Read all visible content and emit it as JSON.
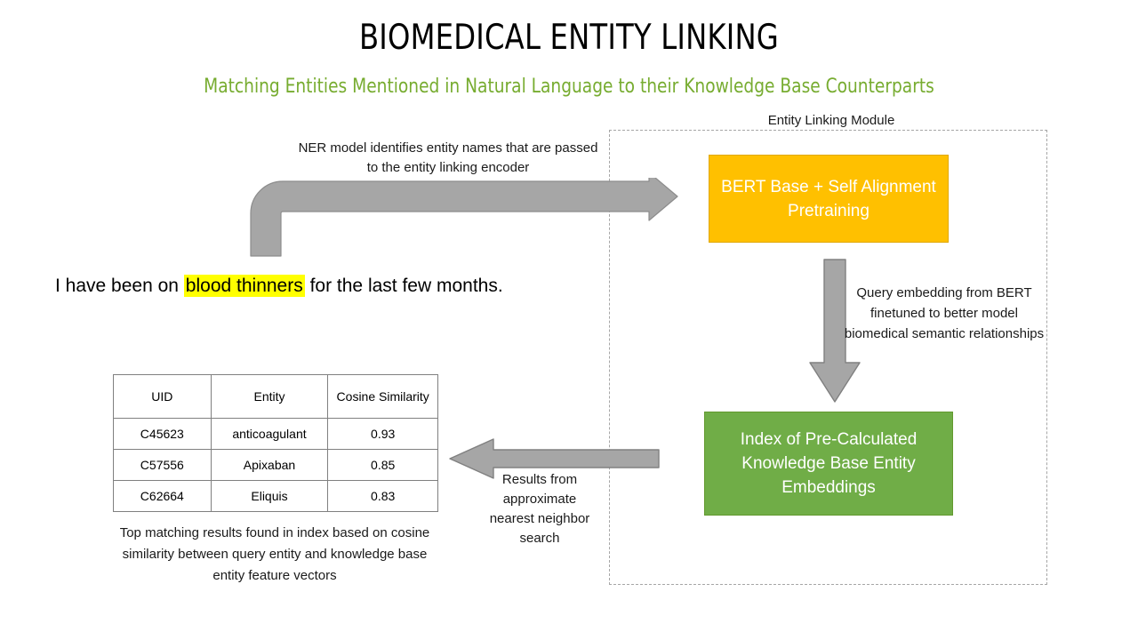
{
  "slide": {
    "title": "BIOMEDICAL ENTITY LINKING",
    "subtitle": "Matching Entities Mentioned in Natural Language to their Knowledge Base Counterparts",
    "background_color": "#ffffff",
    "subtitle_color": "#77ac30"
  },
  "module": {
    "label": "Entity Linking Module",
    "border_style": "dashed",
    "border_color": "#a6a6a6"
  },
  "boxes": {
    "bert": {
      "label": "BERT Base + Self Alignment Pretraining",
      "line1": "BERT Base + Self",
      "line2": "Alignment Pretraining",
      "fill": "#ffc000",
      "text_color": "#ffffff"
    },
    "index": {
      "label": "Index of Pre-Calculated Knowledge Base Entity Embeddings",
      "line1": "Index of Pre-Calculated",
      "line2": "Knowledge Base Entity",
      "line3": "Embeddings",
      "fill": "#70ad47",
      "text_color": "#ffffff"
    }
  },
  "sentence": {
    "before": "I have been on ",
    "highlight": "blood thinners",
    "after": " for the last few months.",
    "highlight_color": "#ffff00"
  },
  "annotations": {
    "ner": "NER model identifies entity names that are passed to the entity linking encoder",
    "query": "Query embedding from BERT finetuned to better model biomedical semantic relationships",
    "ann_search": "Results from approximate nearest neighbor search",
    "top_results": "Top matching results found in index based on cosine similarity between query entity and knowledge base entity feature vectors"
  },
  "arrows": {
    "color": "#a6a6a6",
    "stroke": "#7f7f7f",
    "elbow": "elbow-arrow-right",
    "down": "arrow-down",
    "left": "arrow-left"
  },
  "results_table": {
    "columns": [
      "UID",
      "Entity",
      "Cosine Similarity"
    ],
    "column_header_lines": [
      [
        "UID"
      ],
      [
        "Entity"
      ],
      [
        "Cosine",
        "Similarity"
      ]
    ],
    "rows": [
      {
        "uid": "C45623",
        "entity": "anticoagulant",
        "similarity": "0.93"
      },
      {
        "uid": "C57556",
        "entity": "Apixaban",
        "similarity": "0.85"
      },
      {
        "uid": "C62664",
        "entity": "Eliquis",
        "similarity": "0.83"
      }
    ]
  }
}
